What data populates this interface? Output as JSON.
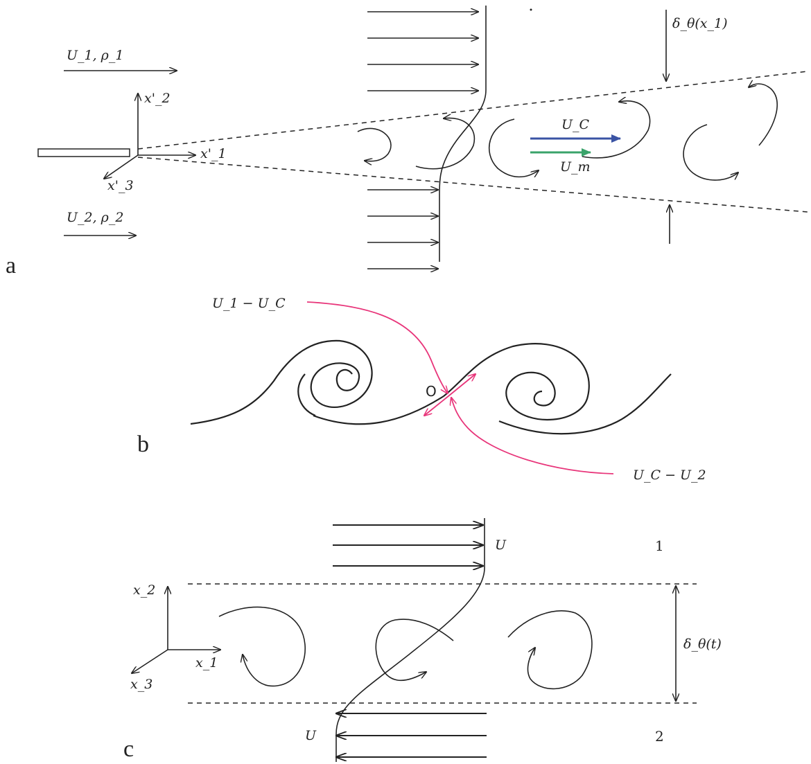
{
  "panels": {
    "a": {
      "label": "a",
      "upper_stream": "U_1, ρ_1",
      "lower_stream": "U_2, ρ_2",
      "axis_x1": "x'_1",
      "axis_x2": "x'_2",
      "axis_x3": "x'_3",
      "thickness": "δ_θ(x_1)",
      "convection_velocity": "U_C",
      "mean_velocity": "U_m"
    },
    "b": {
      "label": "b",
      "upper_relative": "U_1 − U_C",
      "lower_relative": "U_C − U_2",
      "saddle_point": "O"
    },
    "c": {
      "label": "c",
      "upper_velocity": "U",
      "lower_velocity": "U",
      "stream_1": "1",
      "stream_2": "2",
      "axis_x1": "x_1",
      "axis_x2": "x_2",
      "axis_x3": "x_3",
      "thickness": "δ_θ(t)"
    }
  },
  "colors": {
    "ink": "#222222",
    "convection_arrow": "#3a53a4",
    "mean_arrow": "#3aa36a",
    "relative_streamlines": "#e8357a"
  }
}
